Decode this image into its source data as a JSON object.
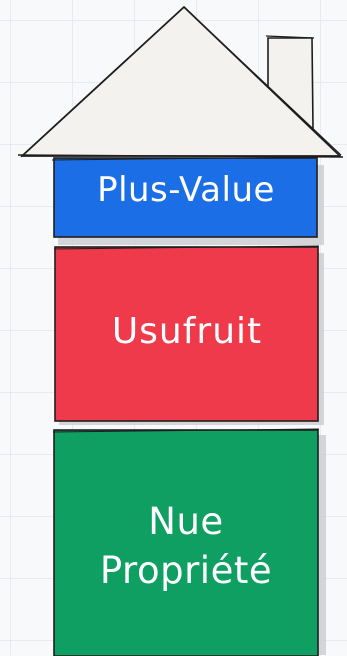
{
  "sections": {
    "top": {
      "label": "Plus-Value",
      "color": "#1b6ee6"
    },
    "middle": {
      "label": "Usufruit",
      "color": "#ef3a4b"
    },
    "bottom": {
      "label_line1": "Nue",
      "label_line2": "Propriété",
      "color": "#0f9f63"
    }
  },
  "roof": {
    "color": "#f3f2ee"
  }
}
